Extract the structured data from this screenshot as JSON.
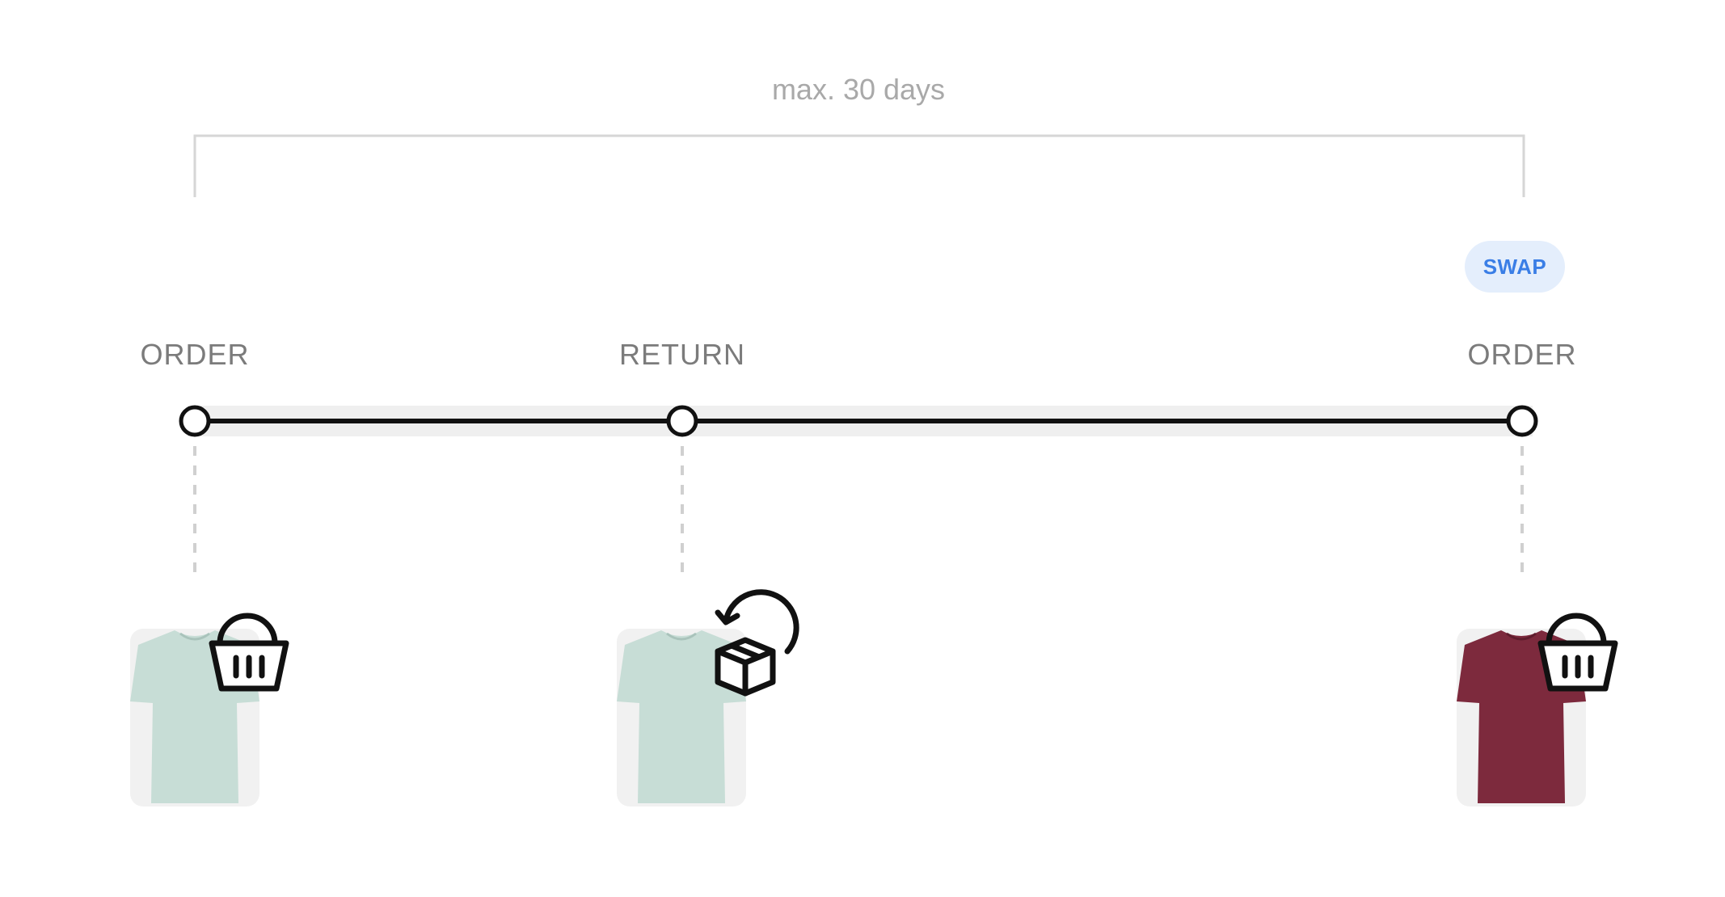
{
  "range_label": "max. 30 days",
  "badge": {
    "label": "SWAP",
    "text_color": "#3a7ee6",
    "background": "#e4eefc"
  },
  "steps": [
    {
      "label": "ORDER",
      "action_icon": "basket-icon",
      "product_color": "#c7ddd6"
    },
    {
      "label": "RETURN",
      "action_icon": "return-box-icon",
      "product_color": "#c7ddd6"
    },
    {
      "label": "ORDER",
      "action_icon": "basket-icon",
      "product_color": "#7d2a3d"
    }
  ],
  "colors": {
    "line": "#111111",
    "track": "#efefef",
    "bracket": "#d6d6d6",
    "label": "#7b7b7b"
  }
}
